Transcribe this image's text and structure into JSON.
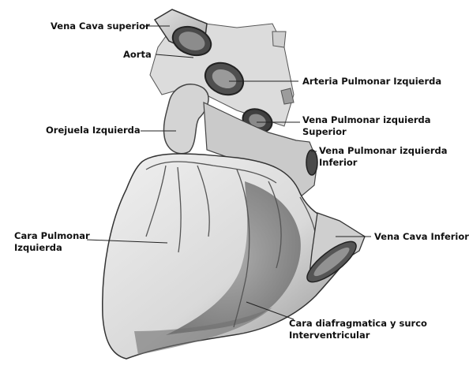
{
  "labels": {
    "vena_cava_superior": "Vena Cava superior",
    "aorta": "Aorta",
    "arteria_pulmonar_izquierda": "Arteria Pulmonar Izquierda",
    "orejuela_izquierda": "Orejuela Izquierda",
    "vena_pulmonar_izq_superior_line1": "Vena Pulmonar izquierda",
    "vena_pulmonar_izq_superior_line2": "Superior",
    "vena_pulmonar_izq_inferior_line1": "Vena Pulmonar izquierda",
    "vena_pulmonar_izq_inferior_line2": "Inferior",
    "cara_pulmonar_line1": "Cara Pulmonar",
    "cara_pulmonar_line2": "Izquierda",
    "vena_cava_inferior": "Vena Cava Inferior",
    "cara_diafragmatica_line1": "Cara diafragmatica y surco",
    "cara_diafragmatica_line2": "Interventricular"
  },
  "colors": {
    "background": "#ffffff",
    "text": "#111111",
    "leader_line": "#222222",
    "tissue_light": "#e6e6e6",
    "tissue_mid": "#bdbdbd",
    "tissue_dark": "#6f6f6f",
    "outline": "#3a3a3a"
  }
}
